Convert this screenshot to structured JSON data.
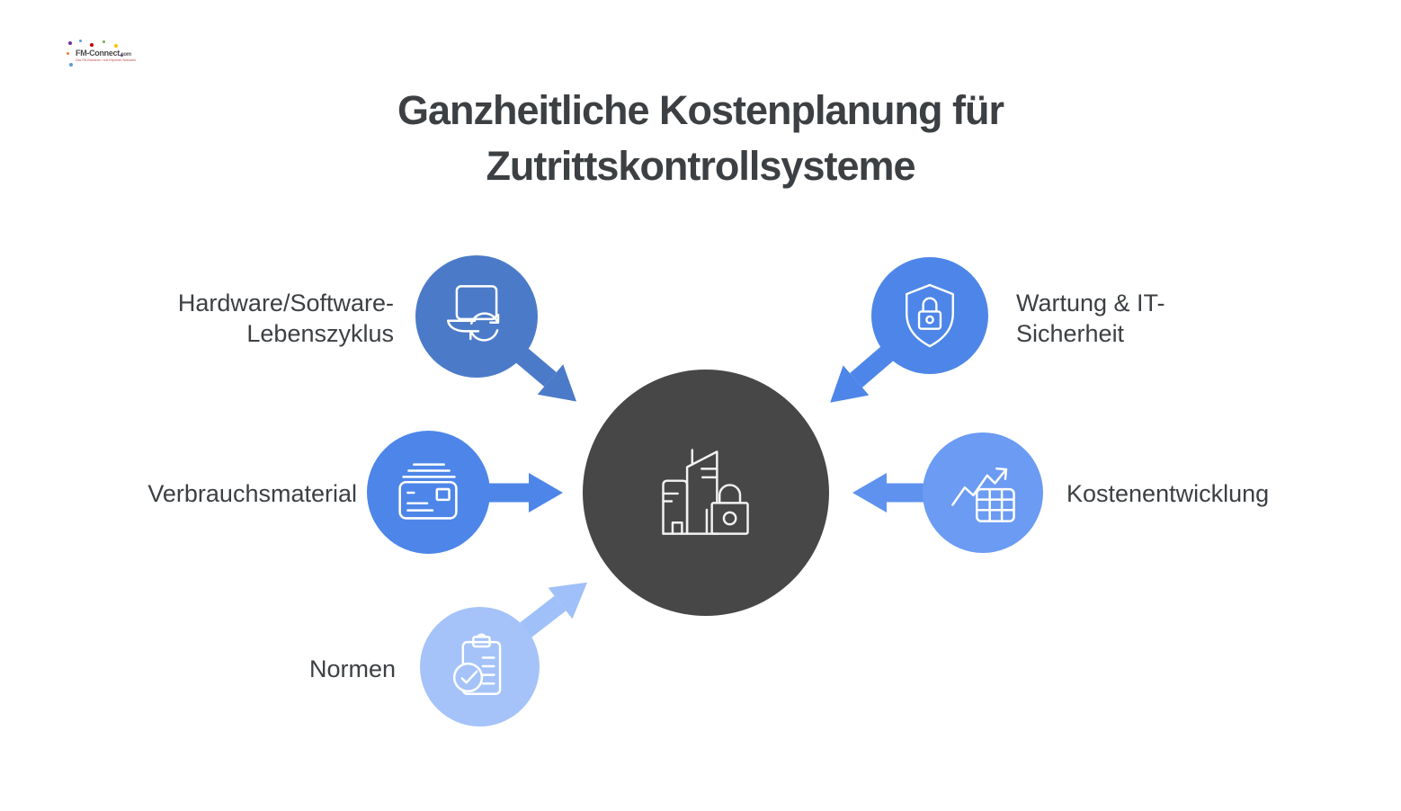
{
  "logo": {
    "brand": "FM-Connect",
    "tld": ".com",
    "tagline": "Das FM-Branchen- und Experten-Netzwerk"
  },
  "title": {
    "line1": "Ganzheitliche Kostenplanung für",
    "line2": "Zutrittskontrollsysteme",
    "color": "#3c4043"
  },
  "center_node": {
    "id": "zutrittskontrollsystem-hub",
    "icon": "city-buildings-lock-icon",
    "color": "#474747"
  },
  "nodes": [
    {
      "id": "hardware-software-lebenszyklus",
      "label_line1": "Hardware/Software-",
      "label_line2": "Lebenszyklus",
      "icon": "laptop-sync-icon",
      "circle_color": "#4b7ac8",
      "arrow_color": "#4b7ac8",
      "arrow_direction": "southeast-to-center"
    },
    {
      "id": "wartung-it-sicherheit",
      "label_line1": "Wartung & IT-",
      "label_line2": "Sicherheit",
      "icon": "shield-lock-icon",
      "circle_color": "#4d86e8",
      "arrow_color": "#4d86e8",
      "arrow_direction": "southwest-to-center"
    },
    {
      "id": "verbrauchsmaterial",
      "label_line1": "Verbrauchsmaterial",
      "label_line2": "",
      "icon": "access-card-icon",
      "circle_color": "#4d86e8",
      "arrow_color": "#4d86e8",
      "arrow_direction": "east-to-center"
    },
    {
      "id": "kostenentwicklung",
      "label_line1": "Kostenentwicklung",
      "label_line2": "",
      "icon": "growth-chart-table-icon",
      "circle_color": "#6b9bf2",
      "arrow_color": "#5e92ee",
      "arrow_direction": "west-to-center"
    },
    {
      "id": "normen",
      "label_line1": "Normen",
      "label_line2": "",
      "icon": "clipboard-check-icon",
      "circle_color": "#a5c3f8",
      "arrow_color": "#9fc0f8",
      "arrow_direction": "northeast-to-center"
    }
  ]
}
